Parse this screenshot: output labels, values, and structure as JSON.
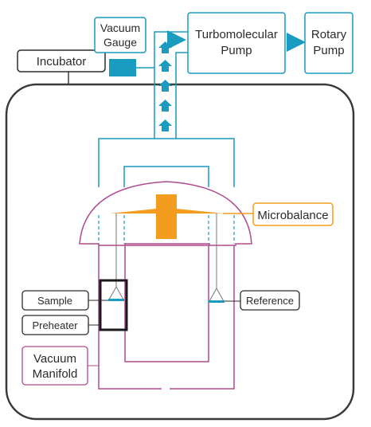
{
  "labels": {
    "vacuum_gauge_1": "Vacuum",
    "vacuum_gauge_2": "Gauge",
    "turbo_1": "Turbomolecular",
    "turbo_2": "Pump",
    "rotary_1": "Rotary",
    "rotary_2": "Pump",
    "incubator": "Incubator",
    "microbalance": "Microbalance",
    "sample": "Sample",
    "reference": "Reference",
    "preheater": "Preheater",
    "manifold_1": "Vacuum",
    "manifold_2": "Manifold"
  },
  "colors": {
    "pipe": "#1a9bc0",
    "arrow": "#1a9bc0",
    "gauge_fill": "#1a9bc0",
    "dome": "#b04a8e",
    "manifold_label_border": "#b04a8e",
    "microbalance": "#f39c1d",
    "label_border": "#2b2b2b",
    "incubator_border": "#3a3a3a"
  }
}
